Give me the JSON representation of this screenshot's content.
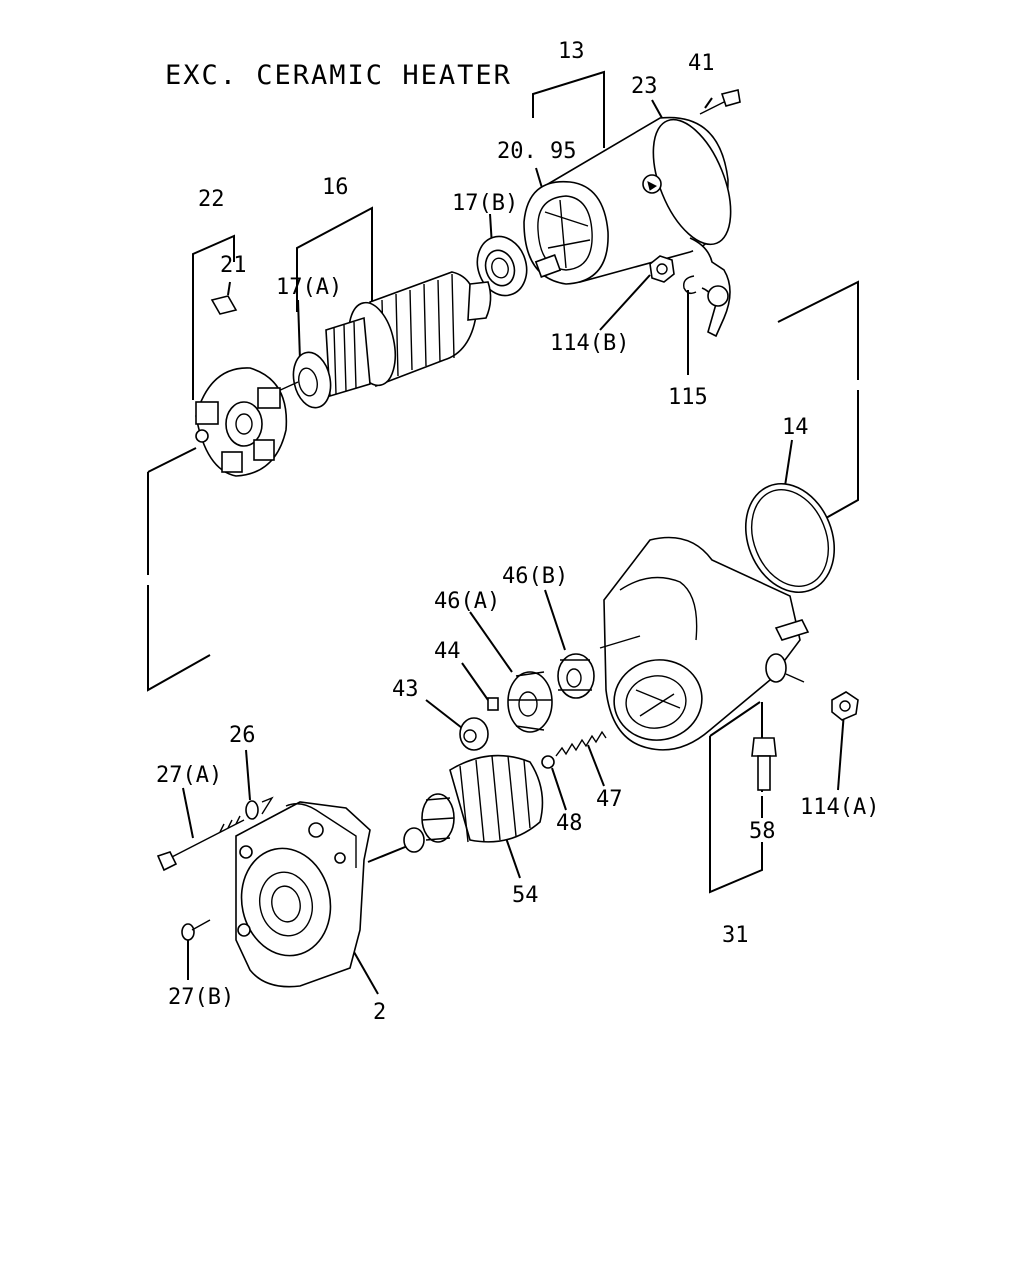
{
  "title": "EXC. CERAMIC HEATER",
  "callouts": {
    "c13": "13",
    "c41": "41",
    "c23": "23",
    "c20_95": "20. 95",
    "c22": "22",
    "c16": "16",
    "c17b": "17(B)",
    "c21": "21",
    "c17a": "17(A)",
    "c114b": "114(B)",
    "c115": "115",
    "c14": "14",
    "c46b": "46(B)",
    "c46a": "46(A)",
    "c44": "44",
    "c43": "43",
    "c26": "26",
    "c27a": "27(A)",
    "c47": "47",
    "c48": "48",
    "c114a": "114(A)",
    "c58": "58",
    "c54": "54",
    "c31": "31",
    "c27b": "27(B)",
    "c2": "2"
  }
}
